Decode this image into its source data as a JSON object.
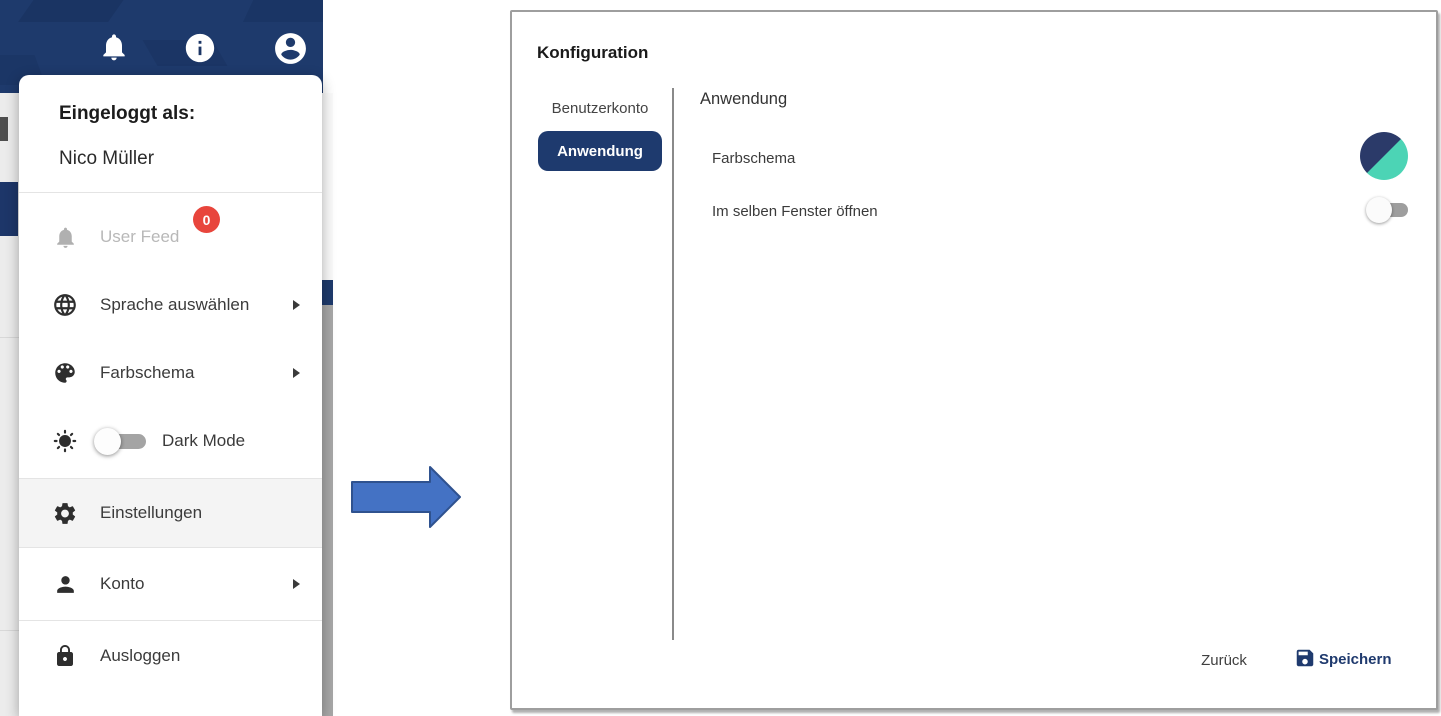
{
  "user_menu": {
    "logged_in_label": "Eingeloggt als:",
    "user_name": "Nico Müller",
    "items": [
      {
        "label": "User Feed",
        "badge": "0",
        "disabled": true
      },
      {
        "label": "Sprache auswählen",
        "submenu": true
      },
      {
        "label": "Farbschema",
        "submenu": true
      },
      {
        "label": "Dark Mode",
        "toggle_state": "off"
      },
      {
        "label": "Einstellungen",
        "highlighted": true
      },
      {
        "label": "Konto",
        "submenu": true
      },
      {
        "label": "Ausloggen"
      }
    ]
  },
  "dialog": {
    "title": "Konfiguration",
    "tabs": [
      {
        "label": "Benutzerkonto",
        "active": false
      },
      {
        "label": "Anwendung",
        "active": true
      }
    ],
    "panel": {
      "heading": "Anwendung",
      "settings": [
        {
          "label": "Farbschema",
          "control": "color-scheme-circle"
        },
        {
          "label": "Im selben Fenster öffnen",
          "control": "toggle",
          "state": "off"
        }
      ]
    },
    "footer": {
      "back_label": "Zurück",
      "save_label": "Speichern"
    }
  },
  "colors": {
    "navy": "#1e3a6c",
    "teal": "#4cd4b5",
    "badge_red": "#e8453c",
    "arrow_blue": "#4472c4",
    "arrow_border": "#2f528f",
    "highlight_gray": "#f4f4f4"
  }
}
